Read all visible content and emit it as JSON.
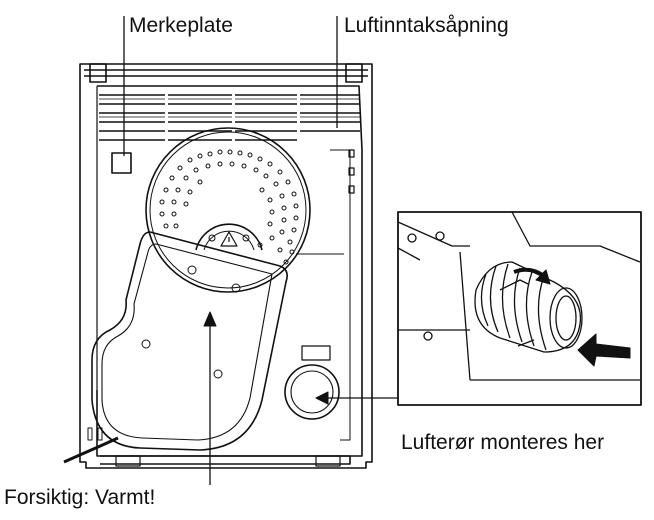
{
  "labels": {
    "rating_plate": "Merkeplate",
    "air_intake": "Luftinntaksåpning",
    "duct_mount": "Lufterør monteres her",
    "caution_hot": "Forsiktig: Varmt!"
  },
  "colors": {
    "line": "#111111",
    "background": "#ffffff"
  }
}
